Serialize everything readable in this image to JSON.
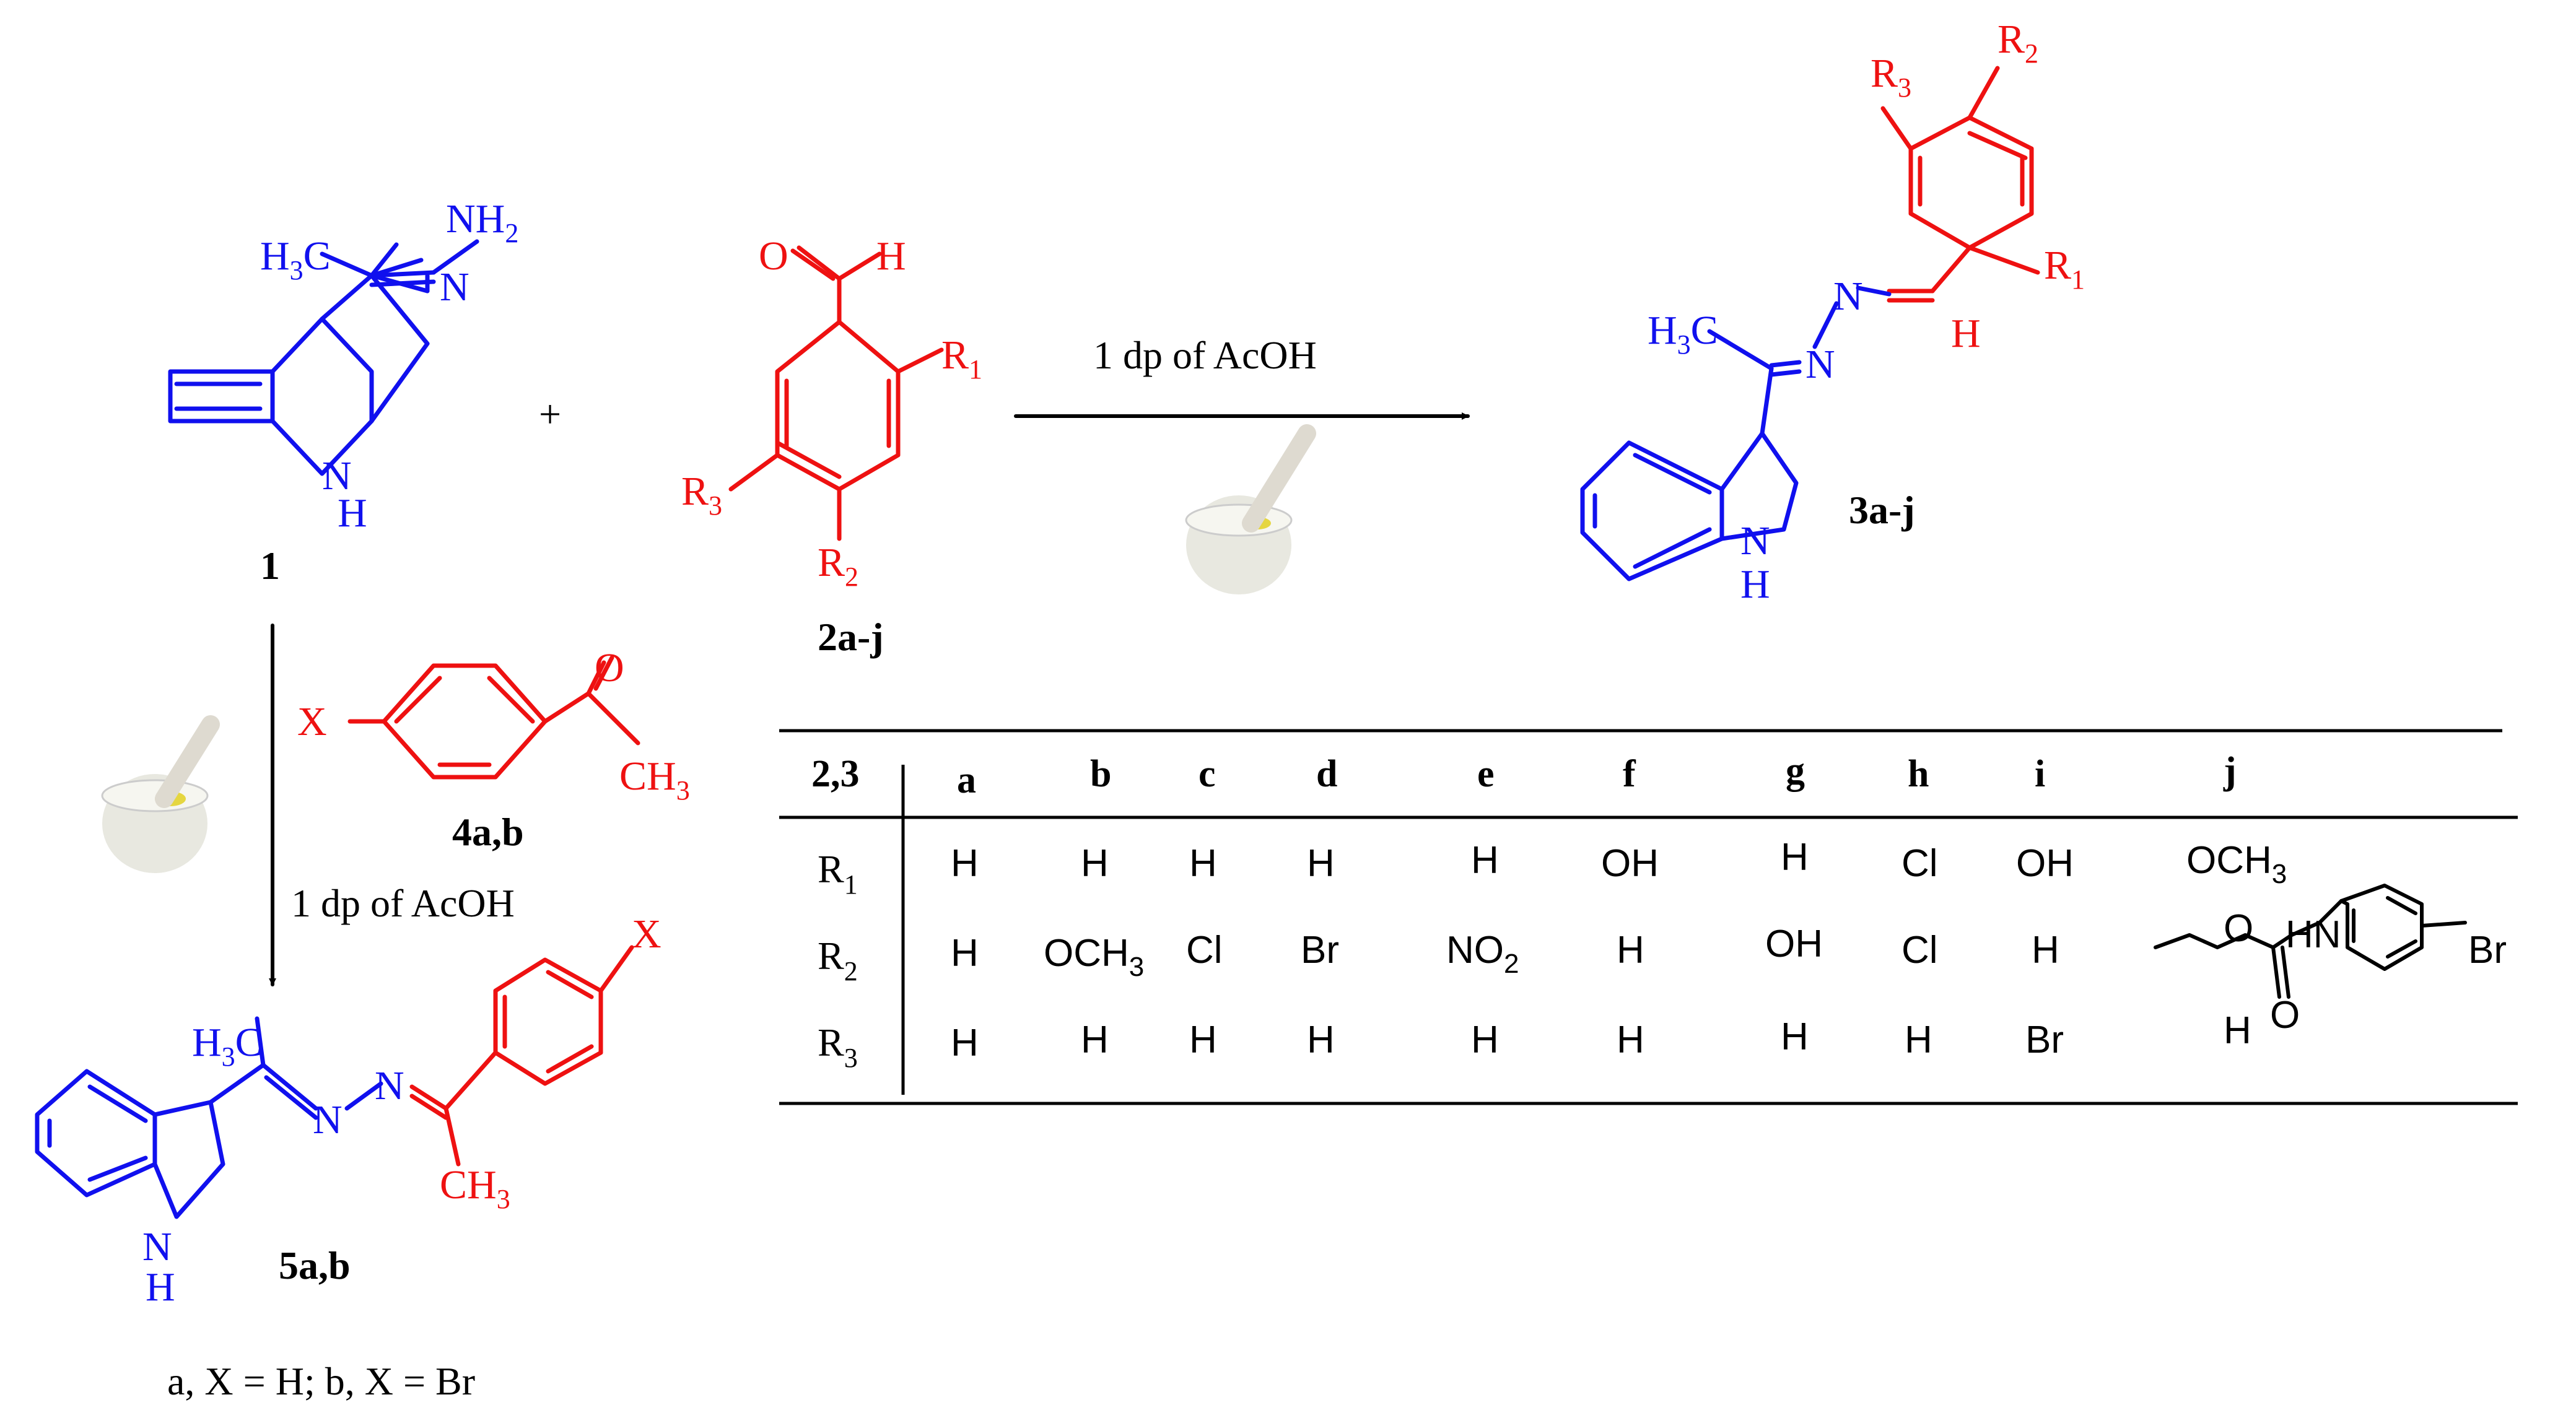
{
  "labels": {
    "c1": "1",
    "c2": "2a-j",
    "c3": "3a-j",
    "c4": "4a,b",
    "c5": "5a,b",
    "plus": "+",
    "cond_right": "1 dp of AcOH",
    "cond_down": "1 dp of AcOH",
    "footnote": "a, X = H; b, X = Br"
  },
  "atoms": {
    "H3C": "H3C",
    "NH2": "NH2",
    "N": "N",
    "NH": "N",
    "H": "H",
    "O": "O",
    "R1": "R1",
    "R2": "R2",
    "R3": "R3",
    "X": "X",
    "CH3": "CH3",
    "Br": "Br",
    "HN": "HN"
  },
  "table": {
    "corner": "2,3",
    "columns": [
      "a",
      "b",
      "c",
      "d",
      "e",
      "f",
      "g",
      "h",
      "i",
      "j"
    ],
    "rows": [
      {
        "label": "R1",
        "cells": [
          "H",
          "H",
          "H",
          "H",
          "H",
          "OH",
          "H",
          "Cl",
          "OH",
          "OCH3"
        ]
      },
      {
        "label": "R2",
        "cells": [
          "H",
          "OCH3",
          "Cl",
          "Br",
          "NO2",
          "H",
          "OH",
          "Cl",
          "H",
          ""
        ]
      },
      {
        "label": "R3",
        "cells": [
          "H",
          "H",
          "H",
          "H",
          "H",
          "H",
          "H",
          "H",
          "Br",
          "H"
        ]
      }
    ]
  },
  "colors": {
    "blue": "#1010ee",
    "red": "#ee1111",
    "black": "#000000"
  }
}
